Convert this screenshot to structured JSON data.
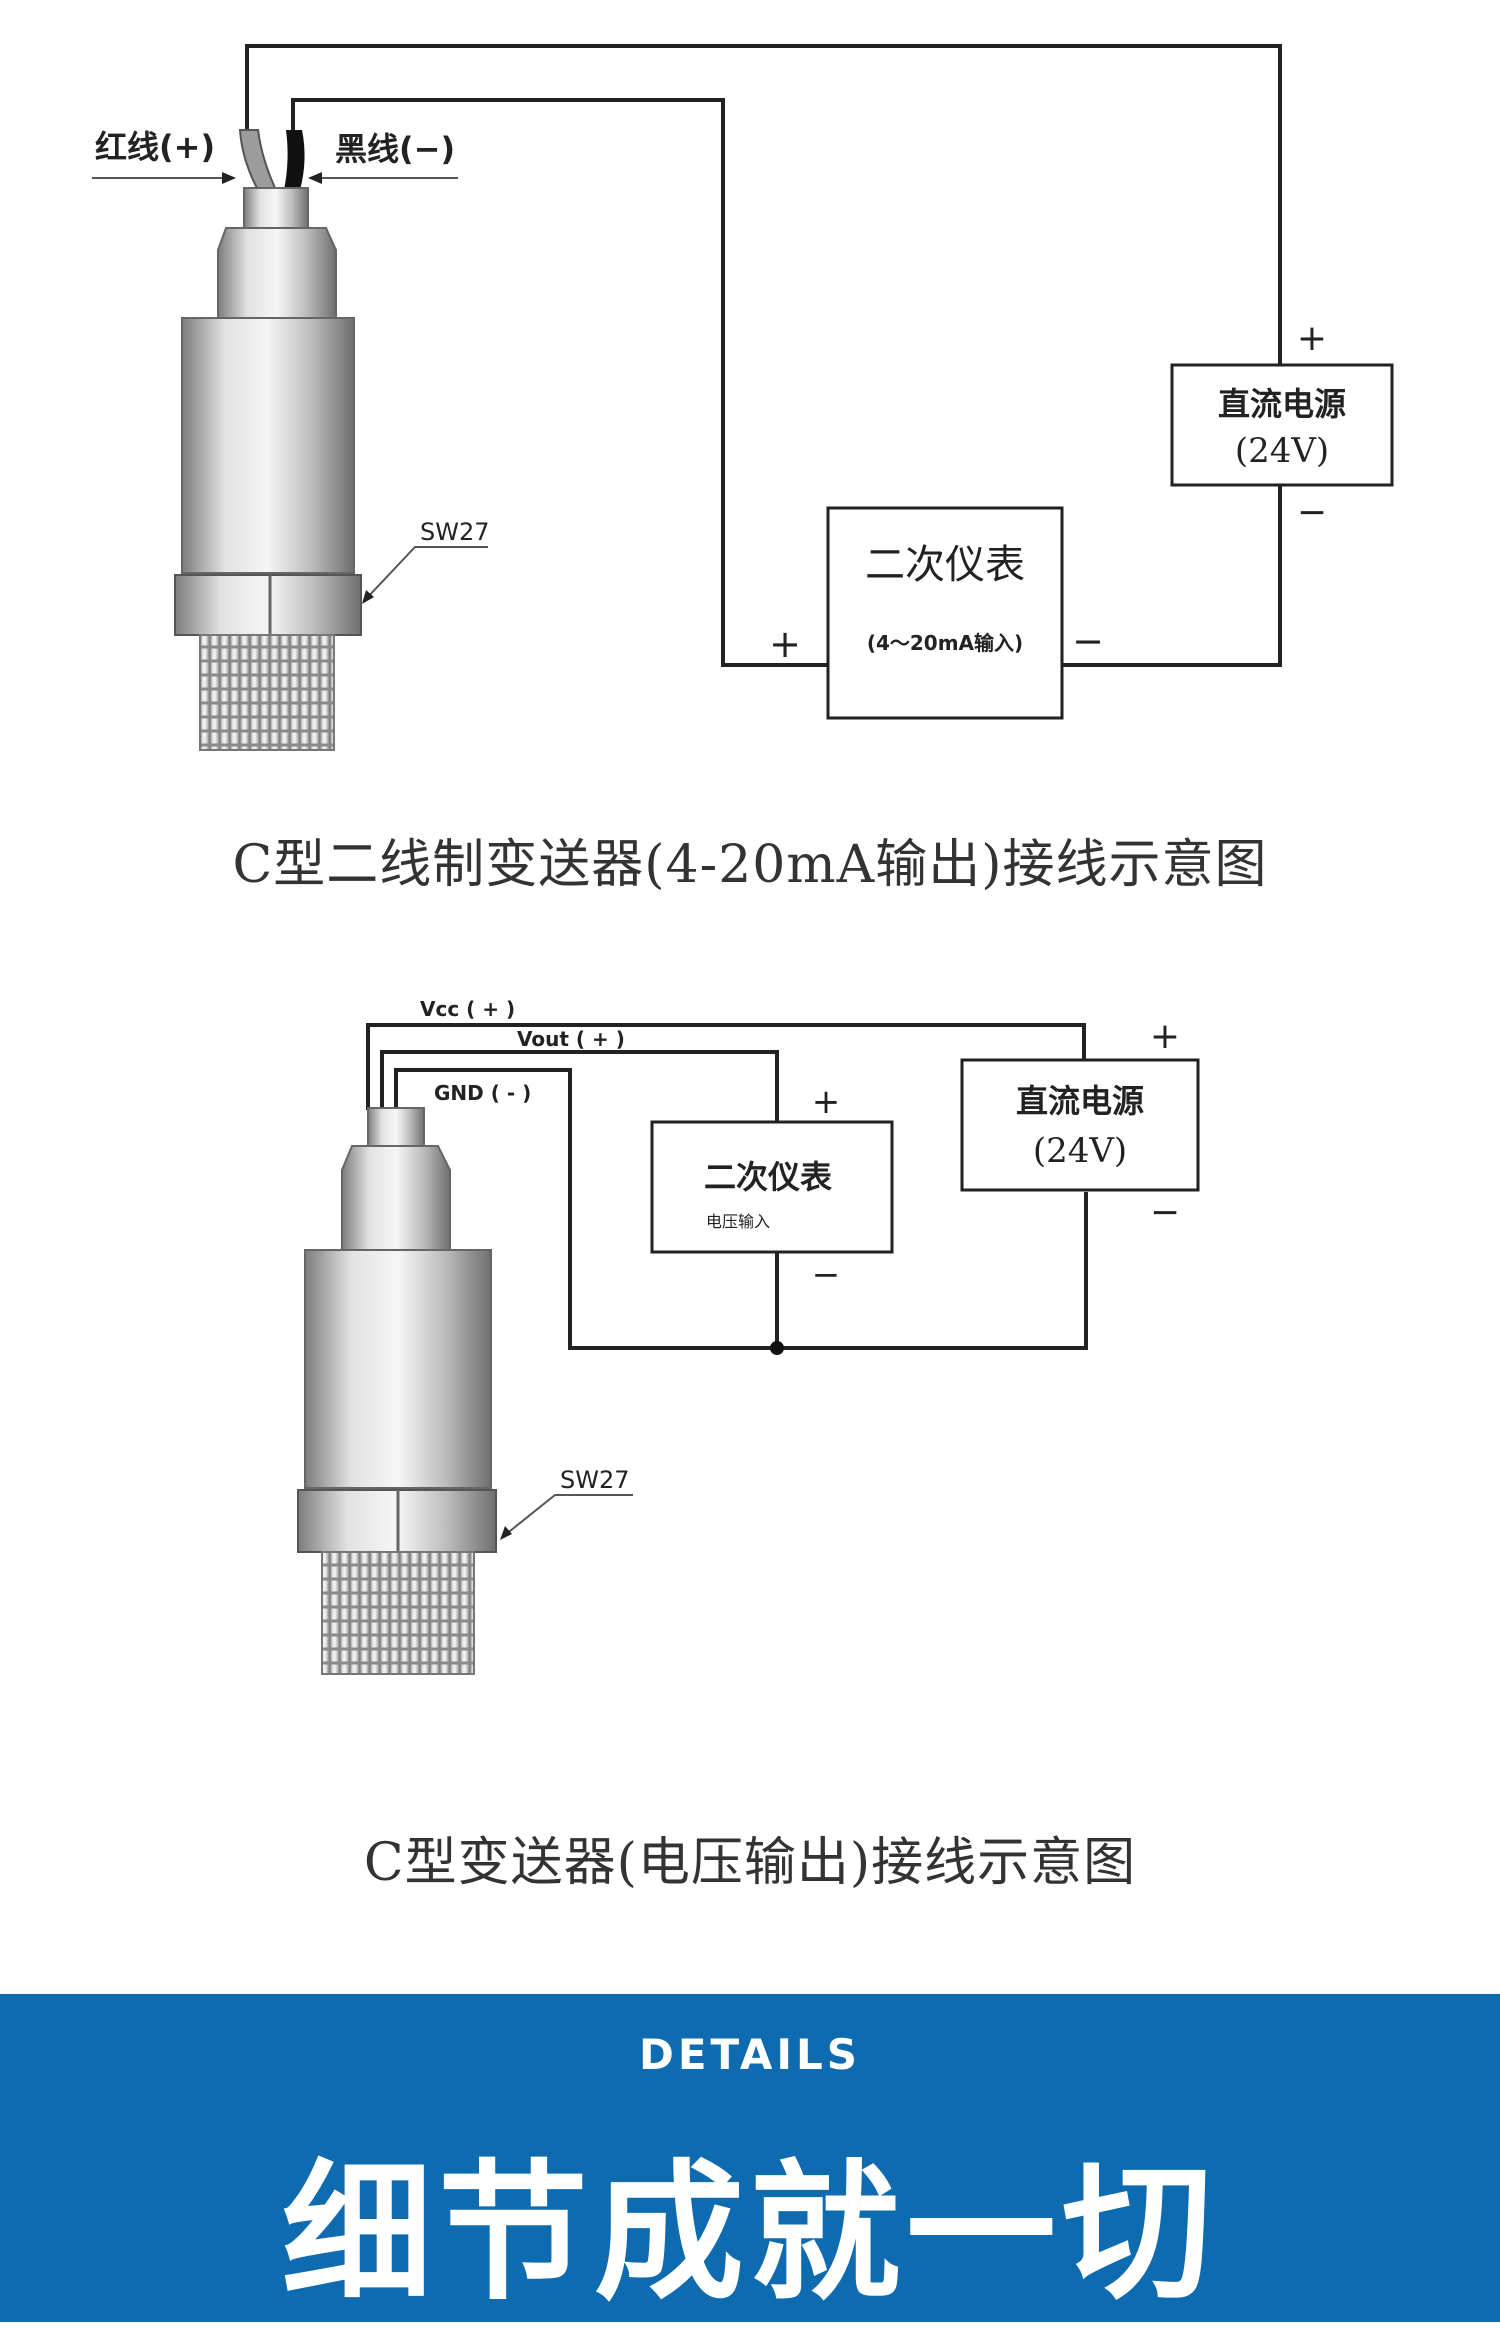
{
  "diagram1": {
    "red_wire_label": "红线(+)",
    "black_wire_label": "黑线(−)",
    "wrench_size": "SW27",
    "instrument_title": "二次仪表",
    "instrument_sub": "(4～20mA输入)",
    "power_title": "直流电源",
    "power_voltage": "(24V)",
    "plus": "+",
    "minus": "−",
    "caption": "C型二线制变送器(4-20mA输出)接线示意图"
  },
  "diagram2": {
    "vcc_label": "Vcc ( + )",
    "vout_label": "Vout ( + )",
    "gnd_label": "GND ( - )",
    "wrench_size": "SW27",
    "instrument_title": "二次仪表",
    "instrument_sub": "电压输入",
    "power_title": "直流电源",
    "power_voltage": "(24V)",
    "plus": "+",
    "minus": "−",
    "caption": "C型变送器(电压输出)接线示意图"
  },
  "banner": {
    "subtitle": "DETAILS",
    "title": "细节成就一切"
  },
  "colors": {
    "banner_bg": "#0e6bb0",
    "wire": "#222222",
    "caption_text": "#333333"
  }
}
